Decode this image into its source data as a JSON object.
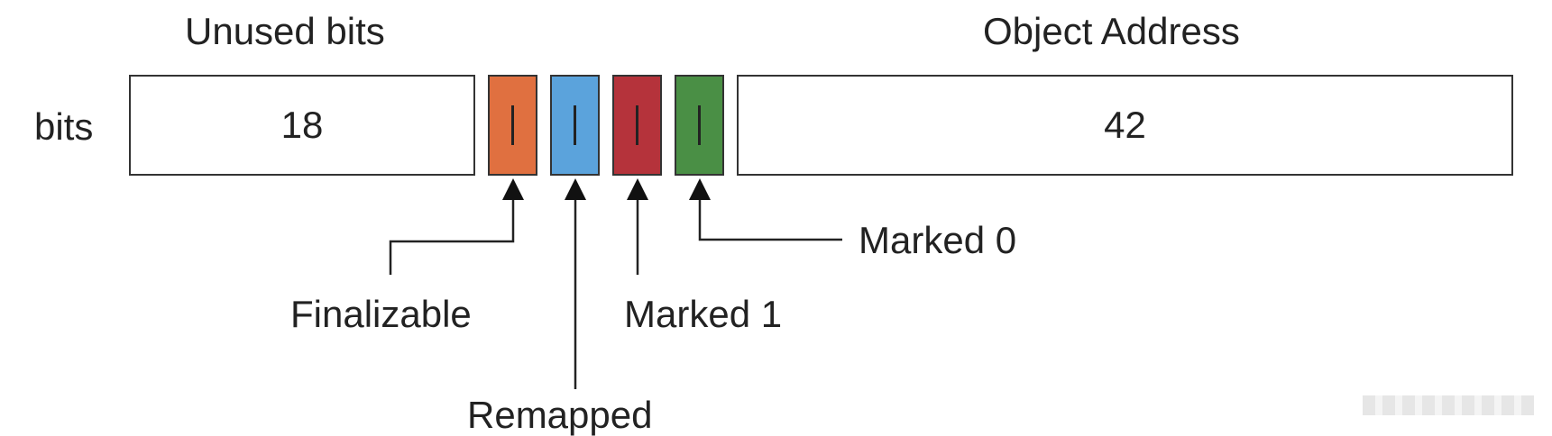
{
  "diagram": {
    "title_unused": "Unused bits",
    "title_address": "Object Address",
    "row_label": "bits",
    "unused_width": "18",
    "address_width": "42",
    "flags": [
      {
        "label": "Finalizable",
        "color": "#e07040"
      },
      {
        "label": "Remapped",
        "color": "#5ba3dc"
      },
      {
        "label": "Marked 1",
        "color": "#b5333b"
      },
      {
        "label": "Marked 0",
        "color": "#4a8f45"
      }
    ]
  }
}
